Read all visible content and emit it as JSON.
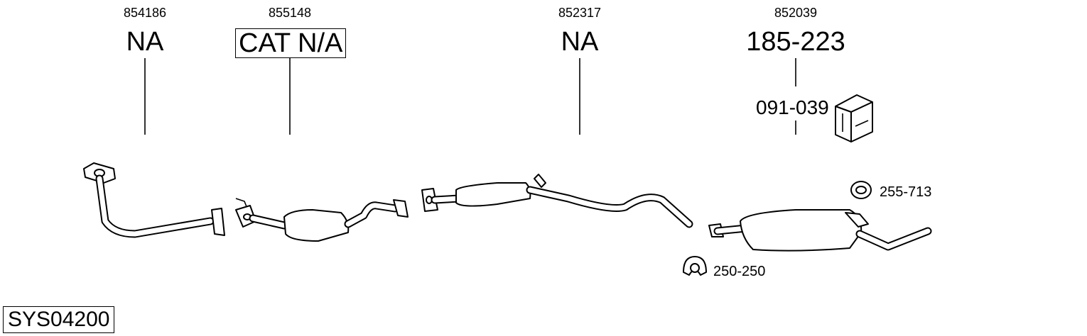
{
  "diagram": {
    "system_code": "SYS04200",
    "parts": [
      {
        "part_number": "854186",
        "label": "NA",
        "boxed": false
      },
      {
        "part_number": "855148",
        "label": "CAT N/A",
        "boxed": true
      },
      {
        "part_number": "852317",
        "label": "NA",
        "boxed": false
      },
      {
        "part_number": "852039",
        "label": "185-223",
        "boxed": false,
        "sub_label": "091-039"
      }
    ],
    "accessories": [
      {
        "code": "255-713",
        "icon": "rubber-hanger-icon"
      },
      {
        "code": "250-250",
        "icon": "pipe-clamp-icon"
      }
    ],
    "kit_box_icon": "fitting-kit-box-icon"
  }
}
